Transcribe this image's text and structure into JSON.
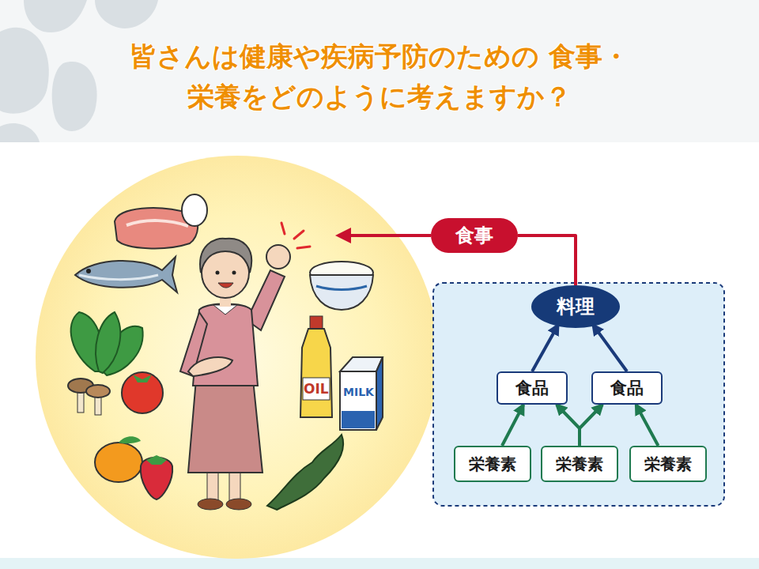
{
  "diagram": {
    "title": "皆さんは健康や疾病予防のための 食事・栄養をどのように考えますか？",
    "nodes": [
      {
        "text": [
          "食事"
        ]
      },
      {
        "text": [
          "料理"
        ]
      },
      {
        "text": [
          "食品"
        ]
      },
      {
        "text": [
          "食品"
        ]
      },
      {
        "text": [
          "栄養素"
        ]
      },
      {
        "text": [
          "栄養素"
        ]
      },
      {
        "text": [
          "栄養素"
        ]
      }
    ],
    "edges": [
      {
        "from": 1,
        "to": 0,
        "arrow": "none"
      },
      {
        "from": 2,
        "to": 1,
        "arrow": "to"
      },
      {
        "from": 3,
        "to": 1,
        "arrow": "to"
      },
      {
        "from": 4,
        "to": 2,
        "arrow": "to"
      },
      {
        "from": 5,
        "to": 2,
        "arrow": "to"
      },
      {
        "from": 5,
        "to": 3,
        "arrow": "to"
      },
      {
        "from": 6,
        "to": 3,
        "arrow": "to"
      }
    ],
    "labels": [
      "OIL",
      "MILK"
    ]
  }
}
